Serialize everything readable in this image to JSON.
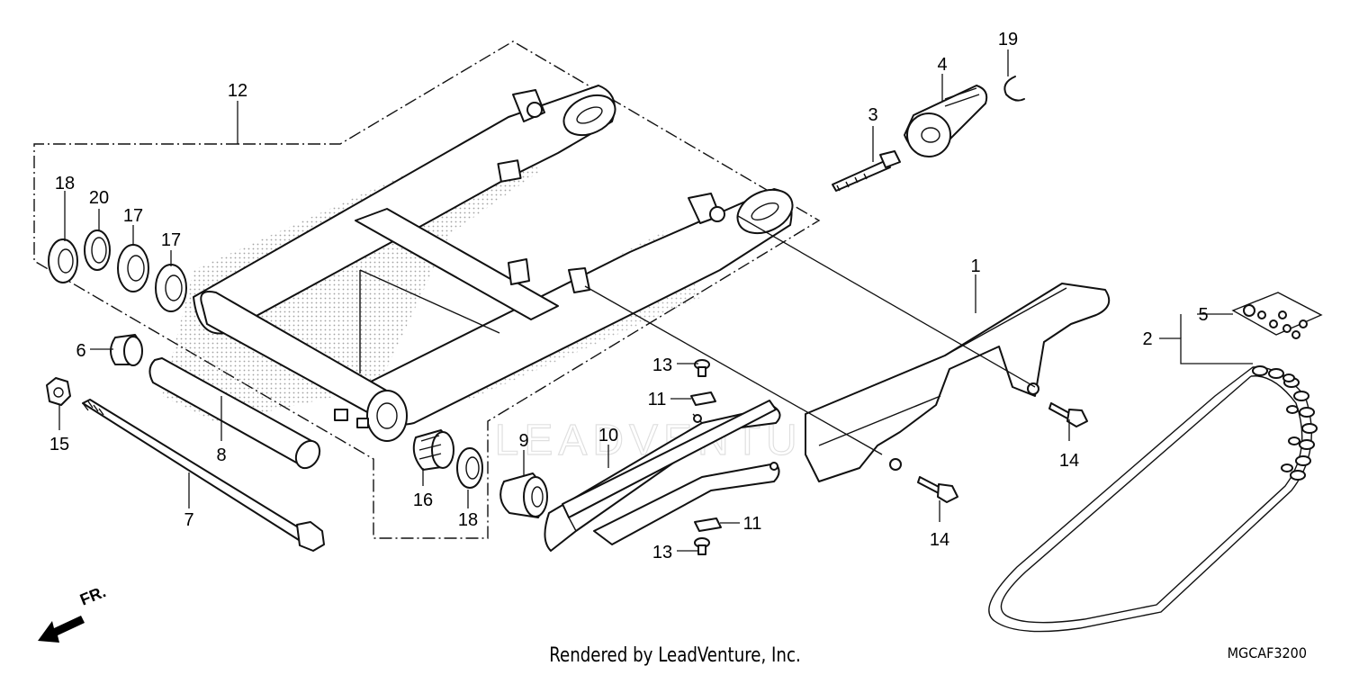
{
  "diagram": {
    "callouts": [
      {
        "id": "c1",
        "label": "1"
      },
      {
        "id": "c2",
        "label": "2"
      },
      {
        "id": "c3",
        "label": "3"
      },
      {
        "id": "c4",
        "label": "4"
      },
      {
        "id": "c5",
        "label": "5"
      },
      {
        "id": "c6",
        "label": "6"
      },
      {
        "id": "c7",
        "label": "7"
      },
      {
        "id": "c8",
        "label": "8"
      },
      {
        "id": "c9",
        "label": "9"
      },
      {
        "id": "c10",
        "label": "10"
      },
      {
        "id": "c11a",
        "label": "11"
      },
      {
        "id": "c11b",
        "label": "11"
      },
      {
        "id": "c12",
        "label": "12"
      },
      {
        "id": "c13a",
        "label": "13"
      },
      {
        "id": "c13b",
        "label": "13"
      },
      {
        "id": "c14a",
        "label": "14"
      },
      {
        "id": "c14b",
        "label": "14"
      },
      {
        "id": "c15",
        "label": "15"
      },
      {
        "id": "c16",
        "label": "16"
      },
      {
        "id": "c17a",
        "label": "17"
      },
      {
        "id": "c17b",
        "label": "17"
      },
      {
        "id": "c18a",
        "label": "18"
      },
      {
        "id": "c18b",
        "label": "18"
      },
      {
        "id": "c19",
        "label": "19"
      },
      {
        "id": "c20",
        "label": "20"
      }
    ],
    "front_marker": "FR.",
    "credit": "Rendered by LeadVenture, Inc.",
    "diagram_code": "MGCAF3200",
    "watermark": "LEADVENTURE"
  }
}
